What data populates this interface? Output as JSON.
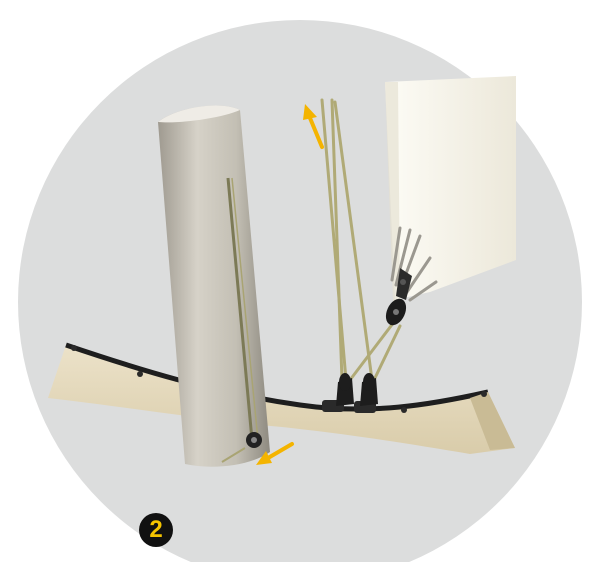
{
  "step_badge": {
    "label": "2",
    "bg": "#111111",
    "fg": "#f5c400"
  },
  "colors": {
    "background_disc": "#dcdddd",
    "arrow": "#f4b400",
    "rope": "#b9b27a",
    "sail": "#f4f1e7",
    "mast": "#c9c5bb"
  },
  "icons": [
    "mast",
    "sail",
    "boom",
    "block-pulley",
    "cam-cleat",
    "rope",
    "direction-arrow"
  ]
}
